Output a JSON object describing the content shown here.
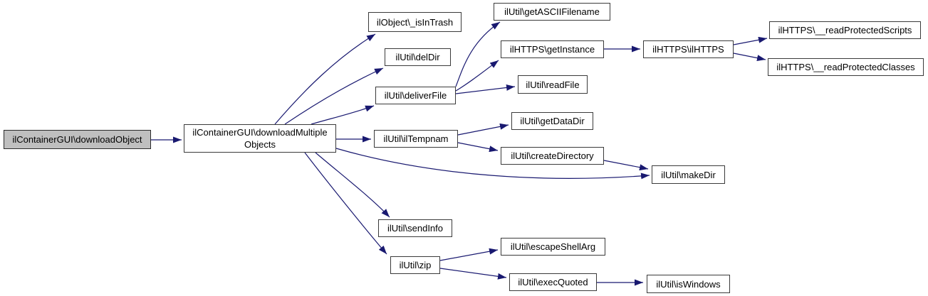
{
  "diagram": {
    "type": "call-graph",
    "background_color": "#ffffff",
    "edge_color": "#191970",
    "node_border_color": "#3a3a3a",
    "root_node_fill": "#bfbfbf",
    "node_fill": "#ffffff",
    "nodes": [
      {
        "id": "downloadObject",
        "lines": [
          "ilContainerGUI\\downloadObject"
        ]
      },
      {
        "id": "downloadMultipleObjects",
        "lines": [
          "ilContainerGUI\\downloadMultiple",
          "Objects"
        ]
      },
      {
        "id": "isInTrash",
        "lines": [
          "ilObject\\_isInTrash"
        ]
      },
      {
        "id": "getASCIIFilename",
        "lines": [
          "ilUtil\\getASCIIFilename"
        ]
      },
      {
        "id": "delDir",
        "lines": [
          "ilUtil\\delDir"
        ]
      },
      {
        "id": "getInstance",
        "lines": [
          "ilHTTPS\\getInstance"
        ]
      },
      {
        "id": "ilHTTPS",
        "lines": [
          "ilHTTPS\\ilHTTPS"
        ]
      },
      {
        "id": "readProtectedScripts",
        "lines": [
          "ilHTTPS\\__readProtectedScripts"
        ]
      },
      {
        "id": "readProtectedClasses",
        "lines": [
          "ilHTTPS\\__readProtectedClasses"
        ]
      },
      {
        "id": "deliverFile",
        "lines": [
          "ilUtil\\deliverFile"
        ]
      },
      {
        "id": "readFile",
        "lines": [
          "ilUtil\\readFile"
        ]
      },
      {
        "id": "ilTempnam",
        "lines": [
          "ilUtil\\ilTempnam"
        ]
      },
      {
        "id": "getDataDir",
        "lines": [
          "ilUtil\\getDataDir"
        ]
      },
      {
        "id": "createDirectory",
        "lines": [
          "ilUtil\\createDirectory"
        ]
      },
      {
        "id": "makeDir",
        "lines": [
          "ilUtil\\makeDir"
        ]
      },
      {
        "id": "sendInfo",
        "lines": [
          "ilUtil\\sendInfo"
        ]
      },
      {
        "id": "zip",
        "lines": [
          "ilUtil\\zip"
        ]
      },
      {
        "id": "escapeShellArg",
        "lines": [
          "ilUtil\\escapeShellArg"
        ]
      },
      {
        "id": "execQuoted",
        "lines": [
          "ilUtil\\execQuoted"
        ]
      },
      {
        "id": "isWindows",
        "lines": [
          "ilUtil\\isWindows"
        ]
      }
    ],
    "edges": [
      {
        "from": "ilContainerGUI\\downloadObject",
        "to": "ilContainerGUI\\downloadMultipleObjects"
      },
      {
        "from": "ilContainerGUI\\downloadMultipleObjects",
        "to": "ilObject\\_isInTrash"
      },
      {
        "from": "ilContainerGUI\\downloadMultipleObjects",
        "to": "ilUtil\\delDir"
      },
      {
        "from": "ilContainerGUI\\downloadMultipleObjects",
        "to": "ilUtil\\deliverFile"
      },
      {
        "from": "ilContainerGUI\\downloadMultipleObjects",
        "to": "ilUtil\\ilTempnam"
      },
      {
        "from": "ilContainerGUI\\downloadMultipleObjects",
        "to": "ilUtil\\makeDir"
      },
      {
        "from": "ilContainerGUI\\downloadMultipleObjects",
        "to": "ilUtil\\sendInfo"
      },
      {
        "from": "ilContainerGUI\\downloadMultipleObjects",
        "to": "ilUtil\\zip"
      },
      {
        "from": "ilUtil\\deliverFile",
        "to": "ilUtil\\getASCIIFilename"
      },
      {
        "from": "ilUtil\\deliverFile",
        "to": "ilHTTPS\\getInstance"
      },
      {
        "from": "ilUtil\\deliverFile",
        "to": "ilUtil\\readFile"
      },
      {
        "from": "ilHTTPS\\getInstance",
        "to": "ilHTTPS\\ilHTTPS"
      },
      {
        "from": "ilHTTPS\\ilHTTPS",
        "to": "ilHTTPS\\__readProtectedScripts"
      },
      {
        "from": "ilHTTPS\\ilHTTPS",
        "to": "ilHTTPS\\__readProtectedClasses"
      },
      {
        "from": "ilUtil\\ilTempnam",
        "to": "ilUtil\\getDataDir"
      },
      {
        "from": "ilUtil\\ilTempnam",
        "to": "ilUtil\\createDirectory"
      },
      {
        "from": "ilUtil\\createDirectory",
        "to": "ilUtil\\makeDir"
      },
      {
        "from": "ilUtil\\zip",
        "to": "ilUtil\\escapeShellArg"
      },
      {
        "from": "ilUtil\\zip",
        "to": "ilUtil\\execQuoted"
      },
      {
        "from": "ilUtil\\execQuoted",
        "to": "ilUtil\\isWindows"
      }
    ]
  }
}
